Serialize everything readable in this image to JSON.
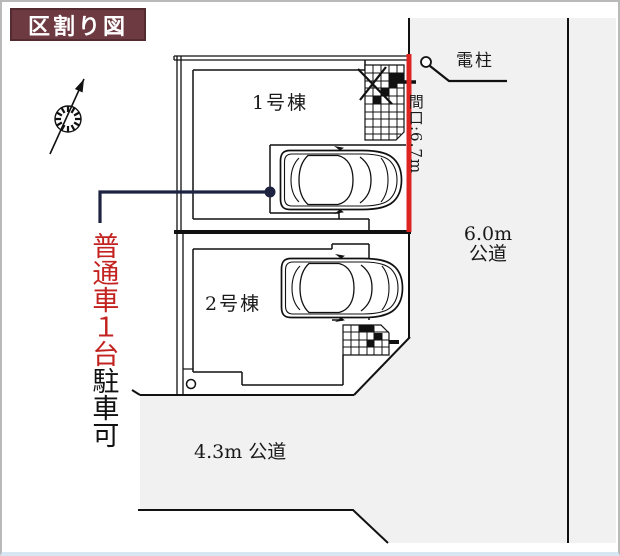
{
  "title": "区割り図",
  "labels": {
    "building1": "1号棟",
    "building2": "2号棟",
    "utility_pole": "電柱",
    "frontage": "間口:6.7m",
    "east_road_width": "6.0m",
    "east_road_type": "公道",
    "south_road": "4.3m 公道",
    "parking_red": "普通車１台",
    "parking_black": "駐車可"
  },
  "colors": {
    "title_bg": "#6d3a41",
    "accent_red": "#dd2420",
    "parking_text_red": "#c32320",
    "leader_navy": "#1e2342",
    "road_gray": "#f1f1f1",
    "line_black": "#111111"
  }
}
